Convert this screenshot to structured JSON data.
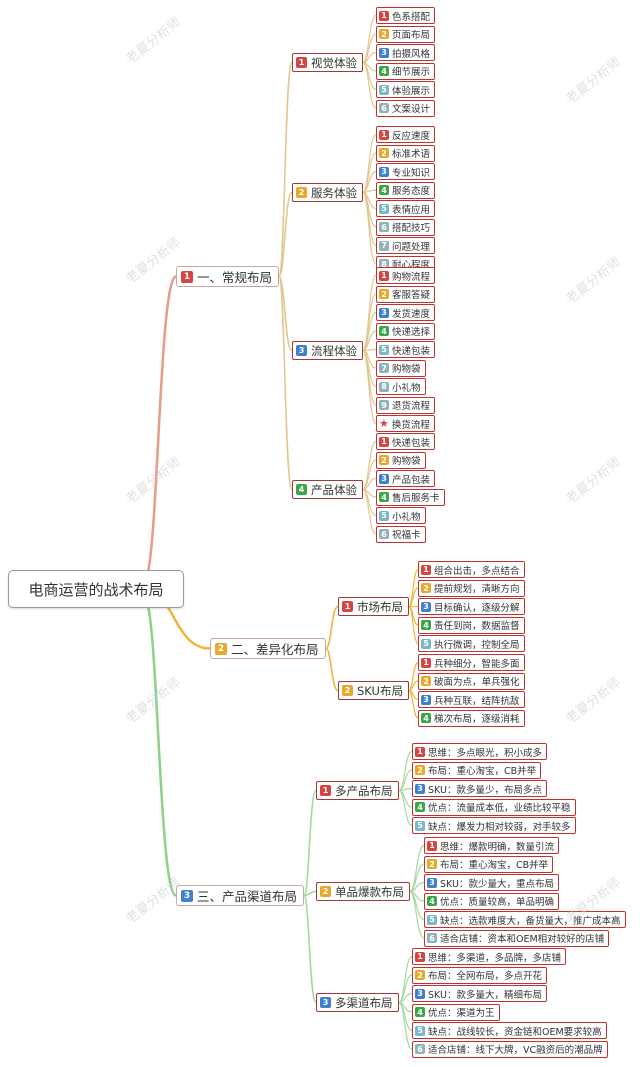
{
  "root": "电商运营的战术布局",
  "watermark": "老夏分析师",
  "branches": [
    {
      "num": "1",
      "label": "一、常规布局",
      "children": [
        {
          "num": "1",
          "label": "视觉体验",
          "items": [
            {
              "num": "1",
              "label": "色系搭配"
            },
            {
              "num": "2",
              "label": "页面布局"
            },
            {
              "num": "3",
              "label": "拍摄风格"
            },
            {
              "num": "4",
              "label": "细节展示"
            },
            {
              "num": "5",
              "label": "体验展示"
            },
            {
              "num": "6",
              "label": "文案设计"
            }
          ]
        },
        {
          "num": "2",
          "label": "服务体验",
          "items": [
            {
              "num": "1",
              "label": "反应速度"
            },
            {
              "num": "2",
              "label": "标准术语"
            },
            {
              "num": "3",
              "label": "专业知识"
            },
            {
              "num": "4",
              "label": "服务态度"
            },
            {
              "num": "5",
              "label": "表情应用"
            },
            {
              "num": "6",
              "label": "搭配技巧"
            },
            {
              "num": "7",
              "label": "问题处理"
            },
            {
              "num": "8",
              "label": "耐心程度"
            }
          ]
        },
        {
          "num": "3",
          "label": "流程体验",
          "items": [
            {
              "num": "1",
              "label": "购物流程"
            },
            {
              "num": "2",
              "label": "客服答疑"
            },
            {
              "num": "3",
              "label": "发货速度"
            },
            {
              "num": "4",
              "label": "快递选择"
            },
            {
              "num": "5",
              "label": "快递包装"
            },
            {
              "num": "7",
              "label": "购物袋"
            },
            {
              "num": "8",
              "label": "小礼物"
            },
            {
              "num": "9",
              "label": "退货流程"
            },
            {
              "num": "star",
              "label": "换货流程"
            }
          ]
        },
        {
          "num": "4",
          "label": "产品体验",
          "items": [
            {
              "num": "1",
              "label": "快递包装"
            },
            {
              "num": "2",
              "label": "购物袋"
            },
            {
              "num": "3",
              "label": "产品包装"
            },
            {
              "num": "4",
              "label": "售后服务卡"
            },
            {
              "num": "5",
              "label": "小礼物"
            },
            {
              "num": "6",
              "label": "祝福卡"
            }
          ]
        }
      ]
    },
    {
      "num": "2",
      "label": "二、差异化布局",
      "children": [
        {
          "num": "1",
          "label": "市场布局",
          "items": [
            {
              "num": "1",
              "label": "组合出击，多点结合"
            },
            {
              "num": "2",
              "label": "提前规划，清晰方向"
            },
            {
              "num": "3",
              "label": "目标确认，逐级分解"
            },
            {
              "num": "4",
              "label": "责任到岗，数据监督"
            },
            {
              "num": "5",
              "label": "执行微调，控制全局"
            }
          ]
        },
        {
          "num": "2",
          "label": "SKU布局",
          "items": [
            {
              "num": "1",
              "label": "兵种细分，智能多面"
            },
            {
              "num": "2",
              "label": "破面为点，单兵强化"
            },
            {
              "num": "3",
              "label": "兵种互联，结阵抗敌"
            },
            {
              "num": "4",
              "label": "梯次布局，逐级消耗"
            }
          ]
        }
      ]
    },
    {
      "num": "3",
      "label": "三、产品渠道布局",
      "children": [
        {
          "num": "1",
          "label": "多产品布局",
          "items": [
            {
              "num": "1",
              "label": "思维：多点眼光，积小成多"
            },
            {
              "num": "2",
              "label": "布局：重心淘宝，CB并举"
            },
            {
              "num": "3",
              "label": "SKU：款多量少，布局多点"
            },
            {
              "num": "4",
              "label": "优点：流量成本低，业绩比较平稳"
            },
            {
              "num": "5",
              "label": "缺点：爆发力相对较弱，对手较多"
            }
          ]
        },
        {
          "num": "2",
          "label": "单品爆款布局",
          "items": [
            {
              "num": "1",
              "label": "思维：爆款明确，数量引流"
            },
            {
              "num": "2",
              "label": "布局：重心淘宝，CB并举"
            },
            {
              "num": "3",
              "label": "SKU：款少量大，重点布局"
            },
            {
              "num": "4",
              "label": "优点：质量较高，单品明确"
            },
            {
              "num": "5",
              "label": "缺点：选款难度大，备货量大，推广成本高"
            },
            {
              "num": "6",
              "label": "适合店铺：资本和OEM相对较好的店铺"
            }
          ]
        },
        {
          "num": "3",
          "label": "多渠道布局",
          "items": [
            {
              "num": "1",
              "label": "思维：多渠道，多品牌，多店铺"
            },
            {
              "num": "2",
              "label": "布局：全网布局，多点开花"
            },
            {
              "num": "3",
              "label": "SKU：款多量大，精细布局"
            },
            {
              "num": "4",
              "label": "优点：渠道为王"
            },
            {
              "num": "5",
              "label": "缺点：战线较长，资金链和OEM要求较高"
            },
            {
              "num": "6",
              "label": "适合店铺：线下大牌，VC融资后的潮品牌"
            }
          ]
        }
      ]
    }
  ],
  "colors": {
    "num1": "#d64541",
    "num2": "#e8a82c",
    "num3": "#3f7fd0",
    "num4": "#3aa84a",
    "num5": "#7ab8c8",
    "num6": "#8fb3b8",
    "num7": "#8fb3b8",
    "num8": "#8fb3b8",
    "num9": "#8fb3b8",
    "branch1": "#e89b88",
    "branch2": "#f0b63c",
    "branch3": "#8ed08a",
    "sub1": "#e0c890",
    "sub2": "#f0b63c",
    "sub3": "#a8d8a0"
  }
}
